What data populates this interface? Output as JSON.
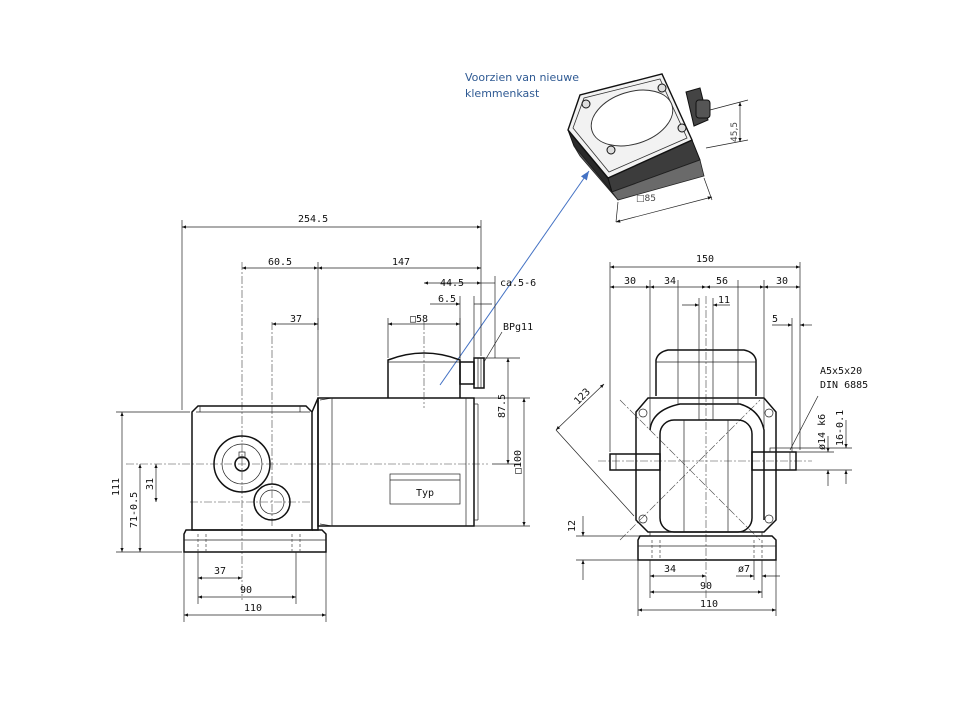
{
  "annotation": {
    "line1": "Voorzien van nieuwe",
    "line2": "klemmenkast",
    "arrow_color": "#4472c4"
  },
  "terminal_box": {
    "dim_height": "45,5",
    "dim_square": "□85"
  },
  "side_view": {
    "dims": {
      "overall": "254.5",
      "d60_5": "60.5",
      "d147": "147",
      "d44_5": "44.5",
      "ca": "ca.5-6",
      "d6_5": "6.5",
      "d37_top": "37",
      "sq58": "□58",
      "bpg": "BPg11",
      "d87_5": "87.5",
      "sq100": "□100",
      "d111": "111",
      "d71": "71-0.5",
      "d31": "31",
      "d37_bottom": "37",
      "d90": "90",
      "d110": "110"
    },
    "nameplate": "Typ"
  },
  "end_view": {
    "dims": {
      "d150": "150",
      "d30_left": "30",
      "d34_top": "34",
      "d56": "56",
      "d30_right": "30",
      "d11": "11",
      "d5": "5",
      "d123": "123",
      "key1": "A5x5x20",
      "key2": "DIN 6885",
      "shaft": "ø14 k6",
      "d16": "16-0.1",
      "d12": "12",
      "d34_bottom": "34",
      "hole": "ø7",
      "d90": "90",
      "d110": "110"
    }
  }
}
